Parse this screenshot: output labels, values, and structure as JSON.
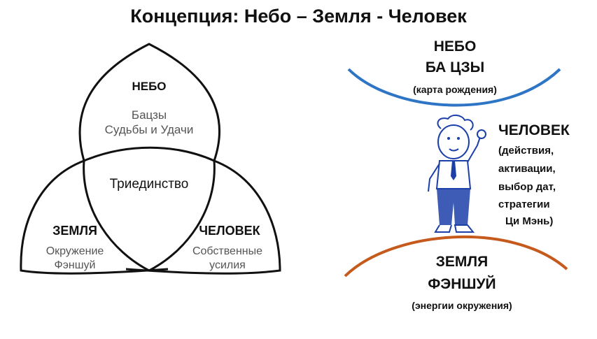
{
  "title": "Концепция: Небо – Земля - Человек",
  "left_diagram": {
    "sky": {
      "label": "НЕБО",
      "line1": "Бацзы",
      "line2": "Судьбы и Удачи"
    },
    "center": "Триединство",
    "earth": {
      "label": "ЗЕМЛЯ",
      "line1": "Окружение",
      "line2": "Фэншуй"
    },
    "man": {
      "label": "ЧЕЛОВЕК",
      "line1": "Собственные",
      "line2": "усилия"
    }
  },
  "right_diagram": {
    "sky": {
      "line1": "НЕБО",
      "line2": "БА ЦЗЫ",
      "note": "(карта рождения)"
    },
    "man": {
      "label": "ЧЕЛОВЕК",
      "details": [
        "(действия,",
        "активации,",
        "выбор дат,",
        "стратегии",
        "Ци Мэнь)"
      ]
    },
    "earth": {
      "line1": "ЗЕМЛЯ",
      "line2": "ФЭНШУЙ",
      "note": "(энергии окружения)"
    },
    "colors": {
      "sky_arc": "#2e75c6",
      "earth_arc": "#c55a1c",
      "figure": "#1c3fa8"
    }
  }
}
